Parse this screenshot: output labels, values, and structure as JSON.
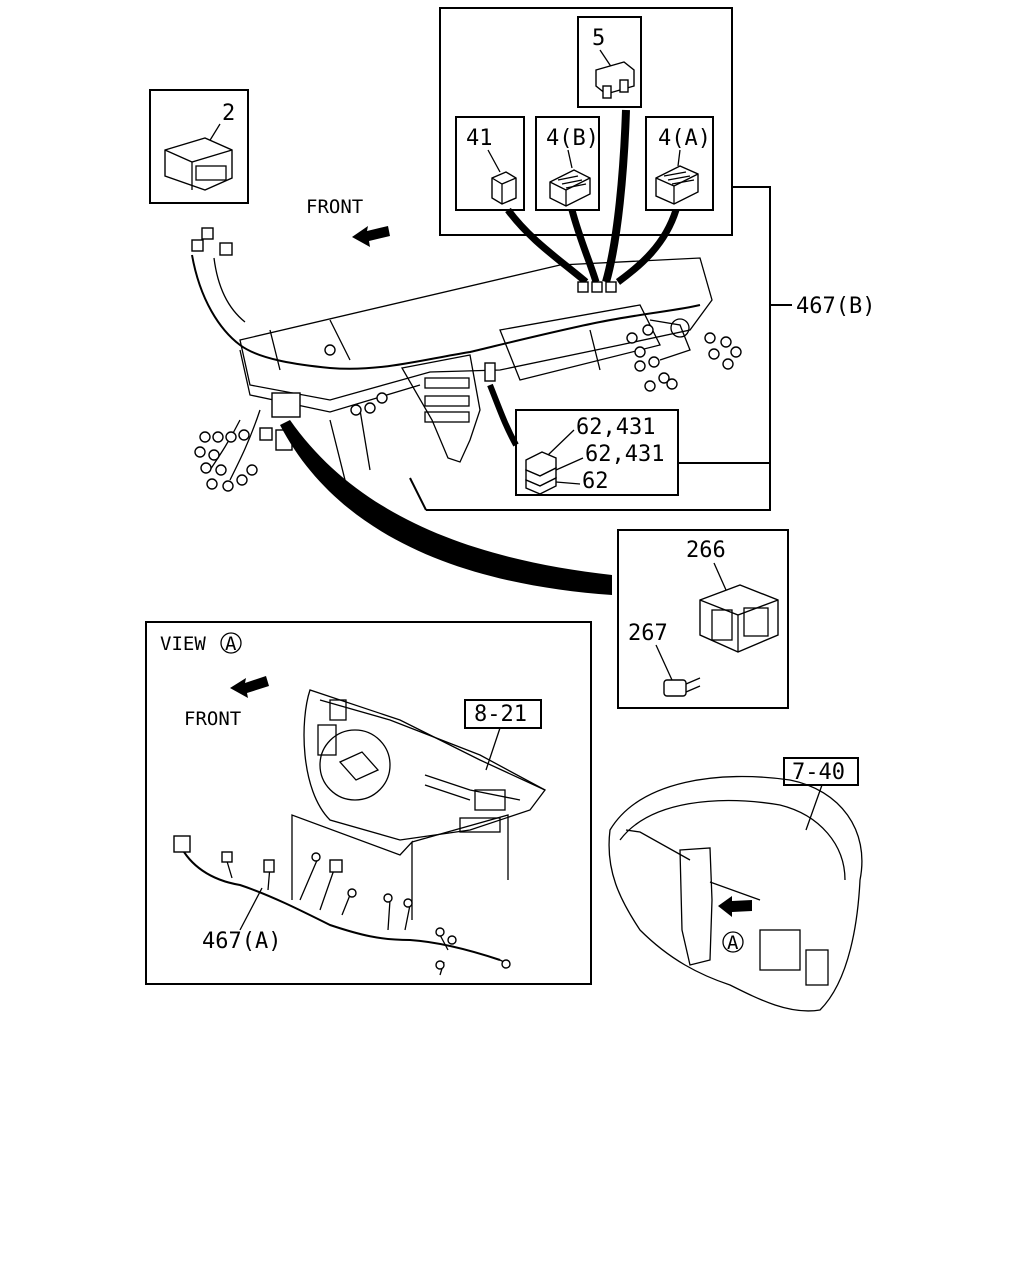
{
  "callouts": {
    "part_2": "2",
    "part_5": "5",
    "part_41": "41",
    "part_4b": "4(B)",
    "part_4a": "4(A)",
    "harness_467b": "467(B)",
    "relay_62_431_a": "62,431",
    "relay_62_431_b": "62,431",
    "relay_62": "62",
    "bracket_266": "266",
    "bolt_267": "267",
    "ref_8_21": "8-21",
    "ref_7_40": "7-40",
    "harness_467a": "467(A)"
  },
  "direction": {
    "front_top": "FRONT",
    "front_view": "FRONT"
  },
  "view": {
    "label": "VIEW",
    "marker": "A",
    "arrow_marker": "A"
  }
}
